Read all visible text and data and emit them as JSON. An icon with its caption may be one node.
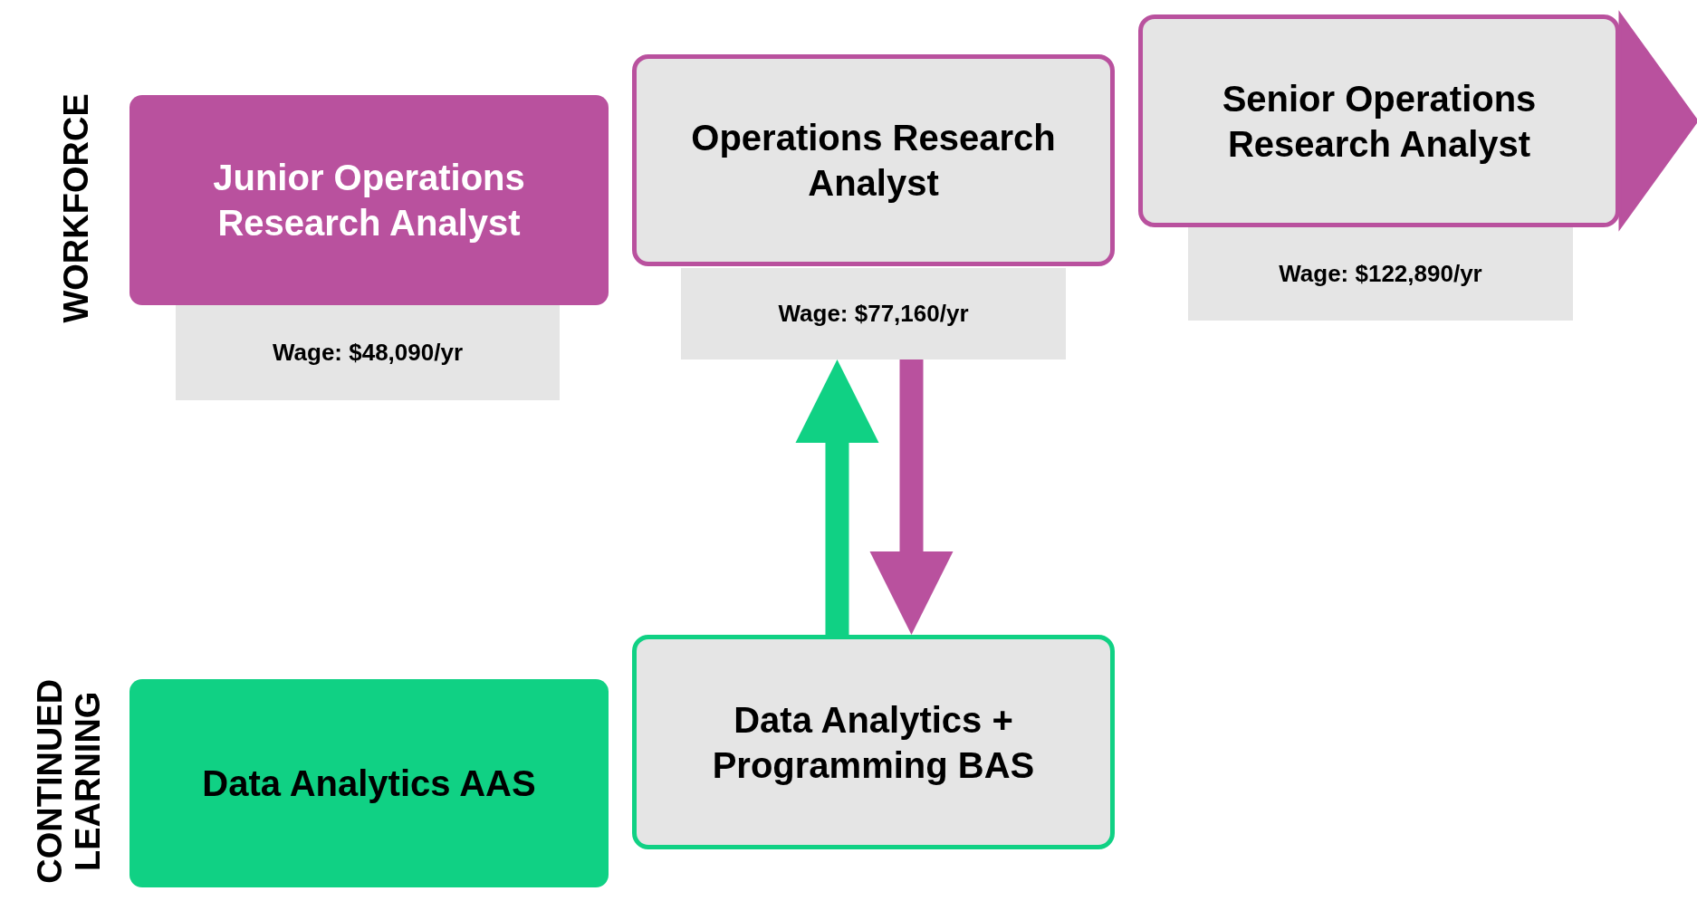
{
  "diagram": {
    "nodes": [
      {
        "text": [
          "Junior Operations Research Analyst"
        ]
      },
      {
        "text": [
          "Wage: $48,090/yr"
        ]
      },
      {
        "text": [
          "Operations Research Analyst"
        ]
      },
      {
        "text": [
          "Wage: $77,160/yr"
        ]
      },
      {
        "text": [
          "Senior Operations Research Analyst"
        ]
      },
      {
        "text": [
          "Wage: $122,890/yr"
        ]
      },
      {
        "text": [
          "Data Analytics AAS"
        ]
      },
      {
        "text": [
          "Data Analytics + Programming BAS"
        ]
      }
    ],
    "edges": [
      {
        "from": 4,
        "to": null,
        "arrow": "to",
        "color": "#b9519e"
      },
      {
        "from": 7,
        "to": 3,
        "arrow": "to",
        "color": "#10d184"
      },
      {
        "from": 3,
        "to": 7,
        "arrow": "to",
        "color": "#b9519e"
      }
    ],
    "labels": [
      "WORKFORCE",
      "CONTINUED LEARNING"
    ]
  }
}
